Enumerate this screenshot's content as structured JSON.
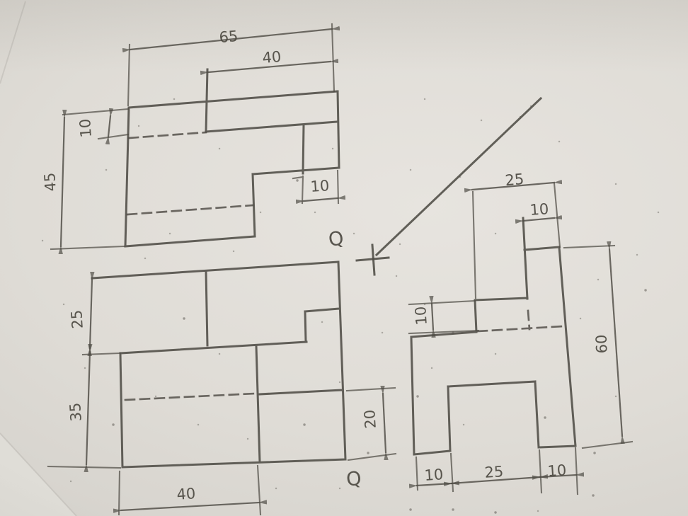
{
  "document": {
    "kind": "photographed engineering worksheet",
    "description": "Orthographic projection exercise: top view, front view and side view of a stepped block with a 45-degree mitre construction line between views",
    "ink_color": "#4f4c45",
    "paper_color": "#dfdcd6"
  },
  "labels": {
    "q_upper": "Q",
    "q_lower": "Q"
  },
  "views": {
    "top_view": {
      "dims": {
        "overall_width": "65",
        "right_width": "40",
        "near_depth": "10",
        "overall_depth": "45",
        "step_width": "10"
      }
    },
    "front_view": {
      "dims": {
        "upper_height": "25",
        "lower_height": "35",
        "bottom_width": "40",
        "right_step_height": "20"
      }
    },
    "side_view": {
      "dims": {
        "upper_width": "25",
        "tower_width": "10",
        "left_step_depth": "10",
        "overall_height": "60",
        "bottom_left": "10",
        "bottom_middle": "25",
        "bottom_right": "10"
      }
    }
  }
}
